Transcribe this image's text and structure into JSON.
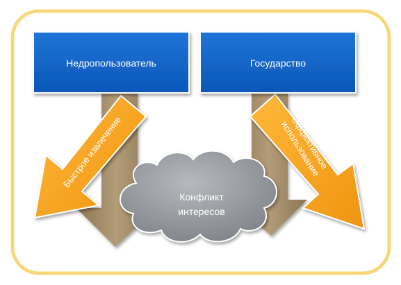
{
  "diagram": {
    "left_box": {
      "label": "Недропользователь"
    },
    "right_box": {
      "label": "Государство"
    },
    "left_arrow": {
      "label": "Быстрое извлечение"
    },
    "right_arrow": {
      "label_line1": "Эффективное",
      "label_line2": "использование"
    },
    "cloud": {
      "label_line1": "Конфликт",
      "label_line2": "интересов"
    }
  },
  "colors": {
    "frame_border": "#f8d77a",
    "box_fill": "#0d63c8",
    "orange_arrow": "#f5a21b",
    "brown_arrow": "#a18a66",
    "cloud_fill": "#8f9399"
  }
}
